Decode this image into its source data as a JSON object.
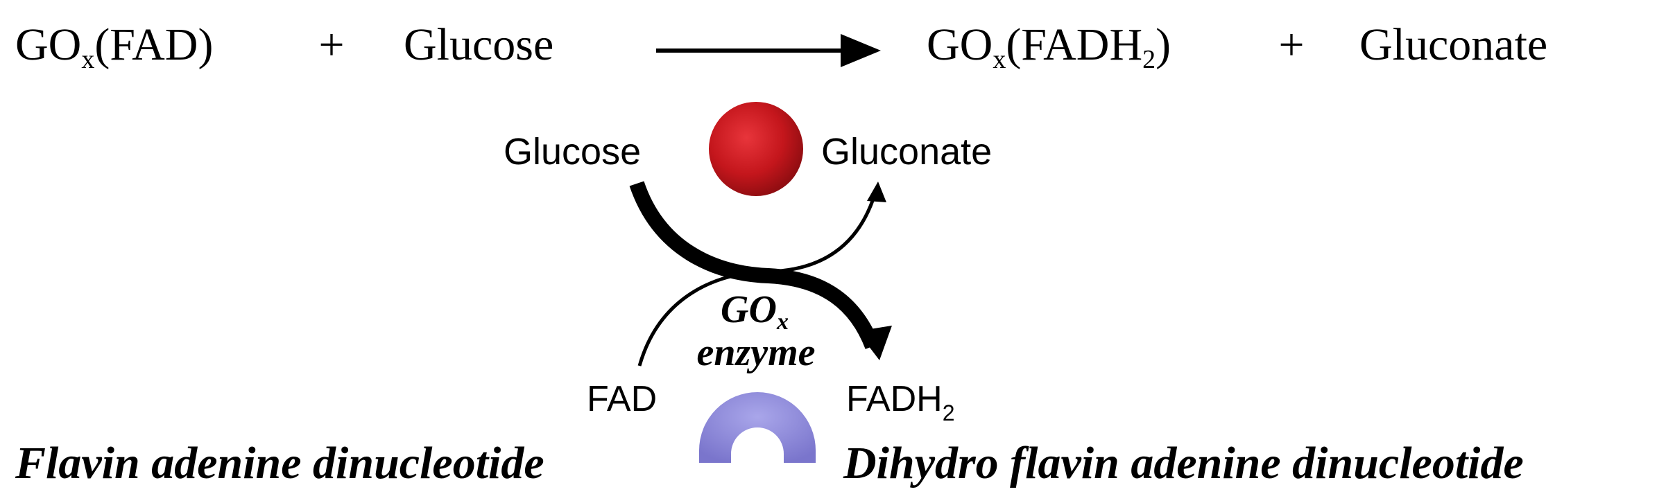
{
  "equation": {
    "reactant1": "GO",
    "reactant1_sub": "x",
    "reactant1_paren": "(FAD)",
    "plus1": "+",
    "reactant2": "Glucose",
    "product1": "GO",
    "product1_sub": "x",
    "product1_paren_open": "(FADH",
    "product1_paren_sub": "2",
    "product1_paren_close": ")",
    "plus2": "+",
    "product2": "Gluconate"
  },
  "cycle": {
    "glucose": "Glucose",
    "gluconate": "Gluconate",
    "fad": "FAD",
    "fadh": "FADH",
    "fadh_sub": "2",
    "enzyme_main": "GO",
    "enzyme_sub": "x",
    "enzyme_word": "enzyme"
  },
  "names": {
    "fad_full": "Flavin adenine dinucleotide",
    "fadh2_full": "Dihydro flavin adenine dinucleotide"
  },
  "colors": {
    "text": "#000000",
    "glucose_sphere": "#c4161c",
    "enzyme_shape": "#8a86d9"
  }
}
